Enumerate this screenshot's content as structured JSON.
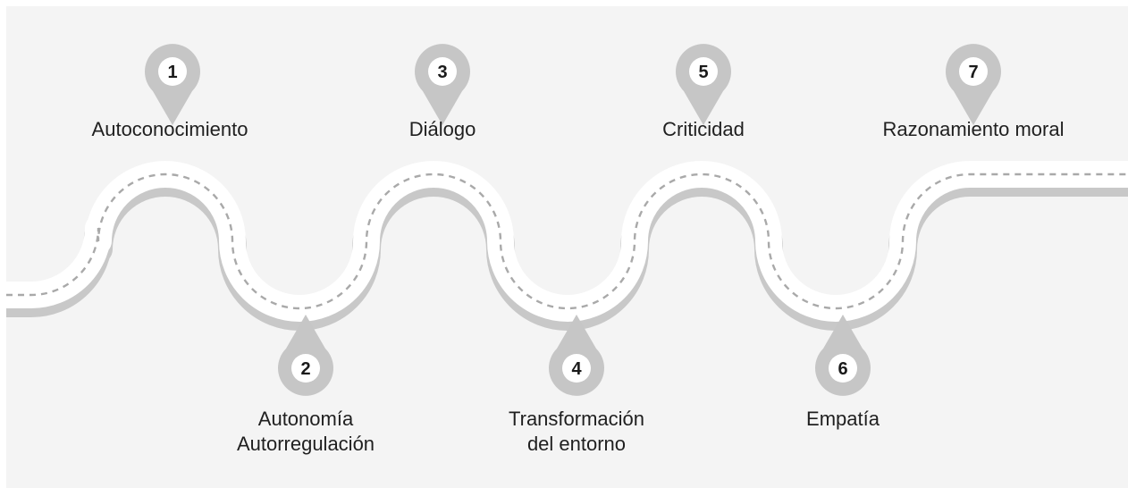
{
  "colors": {
    "background": "#f4f4f4",
    "road": "#ffffff",
    "road_shadow": "#c8c8c8",
    "road_dashes": "#a9a9a9",
    "pin": "#c6c6c6",
    "pin_inner": "#ffffff",
    "text": "#1f1f1f"
  },
  "steps": [
    {
      "number": "1",
      "label": "Autoconocimiento",
      "icon": "map-pin-icon"
    },
    {
      "number": "2",
      "label": "Autonomía\nAutorregulación",
      "icon": "map-pin-icon"
    },
    {
      "number": "3",
      "label": "Diálogo",
      "icon": "map-pin-icon"
    },
    {
      "number": "4",
      "label": "Transformación\ndel entorno",
      "icon": "map-pin-icon"
    },
    {
      "number": "5",
      "label": "Criticidad",
      "icon": "map-pin-icon"
    },
    {
      "number": "6",
      "label": "Empatía",
      "icon": "map-pin-icon"
    },
    {
      "number": "7",
      "label": "Razonamiento moral",
      "icon": "map-pin-icon"
    }
  ]
}
